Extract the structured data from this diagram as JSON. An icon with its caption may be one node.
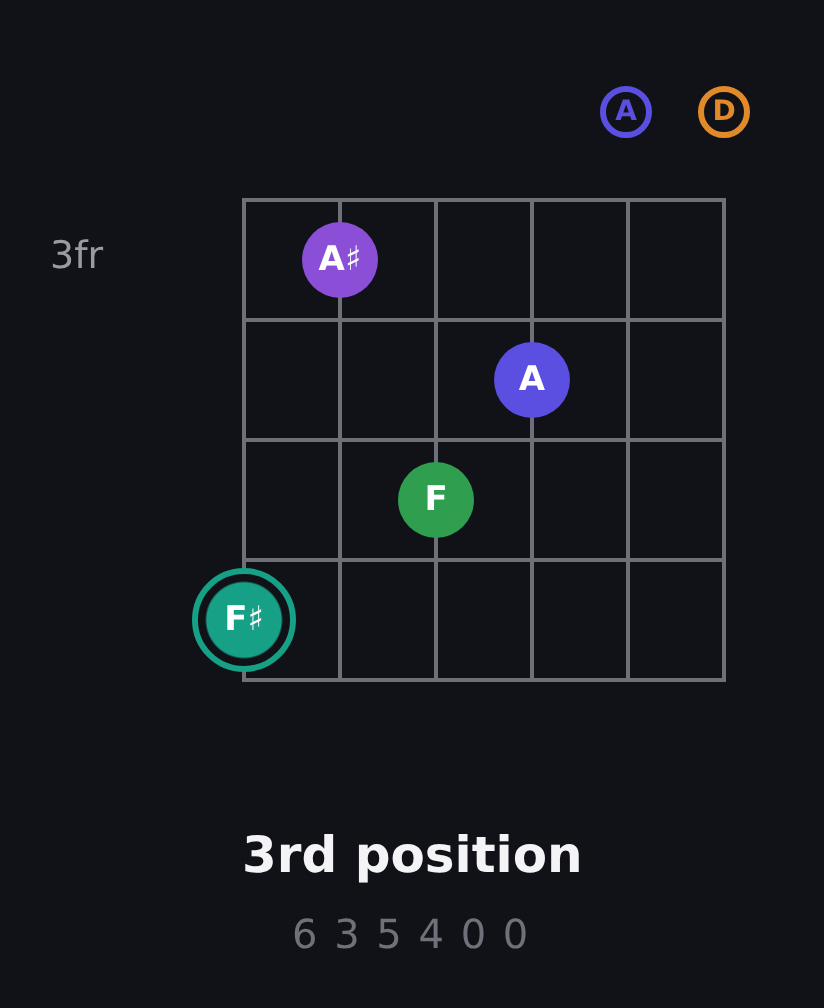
{
  "diagram": {
    "title": "3rd position",
    "caption": "6 3 5 4 0 0",
    "nodes": [
      {
        "text": [
          "A"
        ]
      },
      {
        "text": [
          "D"
        ]
      },
      {
        "text": [
          "A♯"
        ]
      },
      {
        "text": [
          "A"
        ]
      },
      {
        "text": [
          "F"
        ]
      },
      {
        "text": [
          "F♯"
        ]
      }
    ],
    "labels": [
      "3fr"
    ]
  }
}
